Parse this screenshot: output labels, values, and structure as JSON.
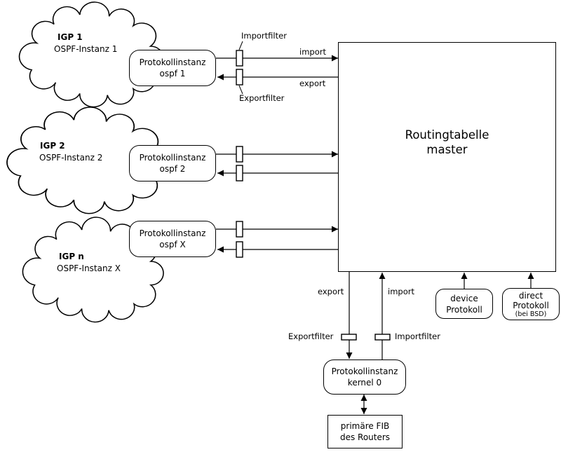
{
  "colors": {
    "background": "#ffffff",
    "stroke": "#000000"
  },
  "clouds": [
    {
      "title": "IGP 1",
      "subtitle": "OSPF-Instanz 1"
    },
    {
      "title": "IGP 2",
      "subtitle": "OSPF-Instanz 2"
    },
    {
      "title": "IGP n",
      "subtitle": "OSPF-Instanz X"
    }
  ],
  "protocol_instances": [
    {
      "line1": "Protokollinstanz",
      "line2": "ospf 1"
    },
    {
      "line1": "Protokollinstanz",
      "line2": "ospf 2"
    },
    {
      "line1": "Protokollinstanz",
      "line2": "ospf X"
    }
  ],
  "routing_table": {
    "line1": "Routingtabelle",
    "line2": "master"
  },
  "filters_top": {
    "import_label": "Importfilter",
    "export_label": "Exportfilter"
  },
  "flow_labels_top": {
    "import": "import",
    "export": "export"
  },
  "flow_labels_bottom": {
    "export": "export",
    "import": "import"
  },
  "filters_bottom": {
    "export_label": "Exportfilter",
    "import_label": "Importfilter"
  },
  "device_protocol": {
    "line1": "device",
    "line2": "Protokoll"
  },
  "direct_protocol": {
    "line1": "direct",
    "line2": "Protokoll",
    "line3": "(bei BSD)"
  },
  "kernel_instance": {
    "line1": "Protokollinstanz",
    "line2": "kernel 0"
  },
  "fib": {
    "line1": "primäre FIB",
    "line2": "des Routers"
  }
}
